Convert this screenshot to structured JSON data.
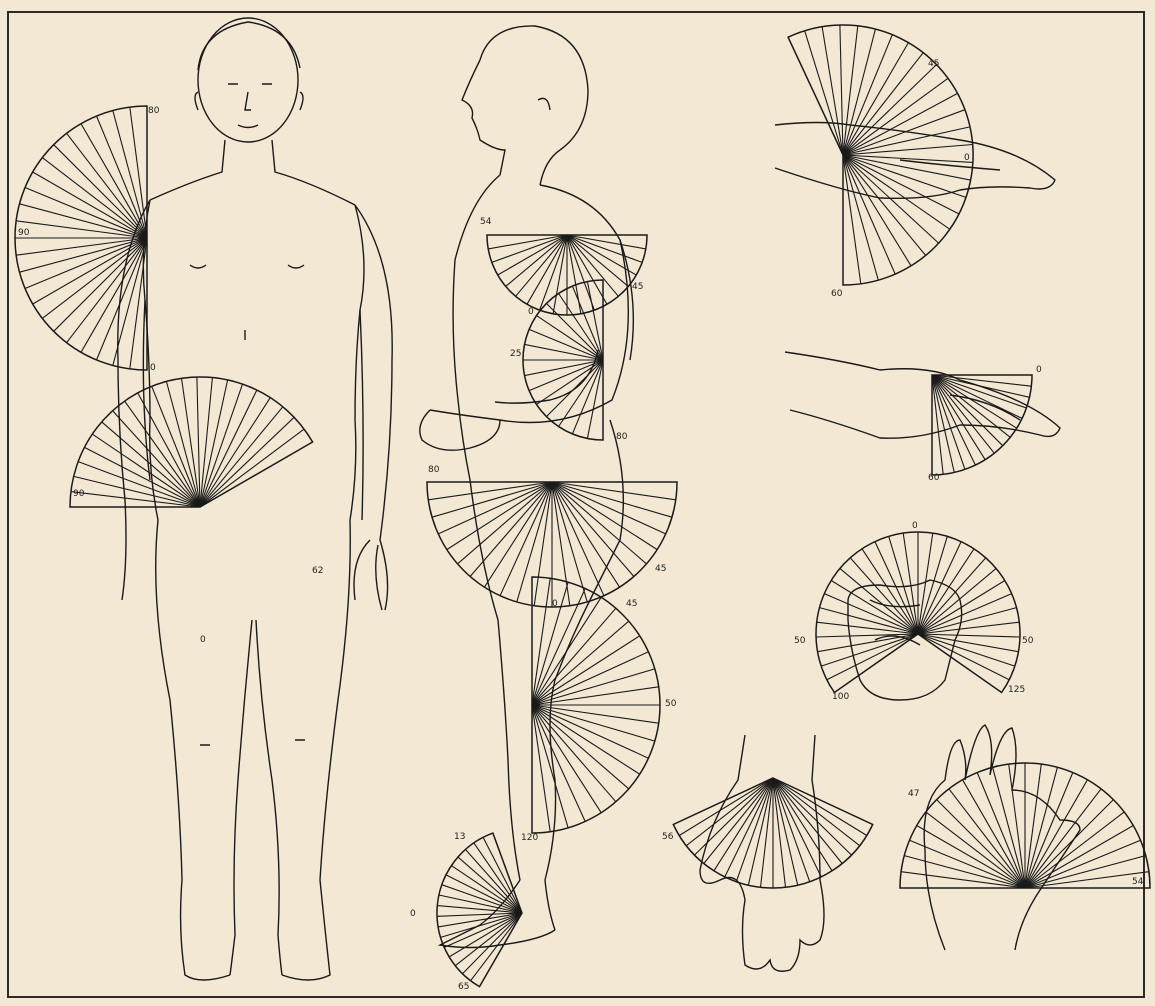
{
  "colors": {
    "paper": "#f3e8d4",
    "ink": "#1a1a1a",
    "border": "#2a2a2a"
  },
  "labels": {
    "shoulder_front": {
      "top": "80",
      "mid": "90",
      "bottom": "0"
    },
    "hip_front": {
      "left": "90",
      "right": "62",
      "bottom": "0"
    },
    "shoulder_side": {
      "left": "54",
      "right": "45"
    },
    "elbow_side": {
      "top": "0",
      "left": "25",
      "bottom": "80"
    },
    "hip_side": {
      "left": "80",
      "right": "45",
      "bottom": "0"
    },
    "knee_side": {
      "top": "45",
      "right": "50",
      "bottom": "120"
    },
    "ankle_side": {
      "top": "13",
      "left": "0",
      "bottom": "65"
    },
    "wrist_top": {
      "top": "45",
      "right": "0",
      "bottom": "60"
    },
    "wrist_mid": {
      "right": "0",
      "bottom": "60"
    },
    "forearm_rot": {
      "top": "0",
      "left": "50",
      "right": "50",
      "bottom_left": "100",
      "bottom_right": "125"
    },
    "hand_bottom": {
      "left": "56"
    },
    "thumb": {
      "left": "47",
      "right": "54"
    }
  }
}
